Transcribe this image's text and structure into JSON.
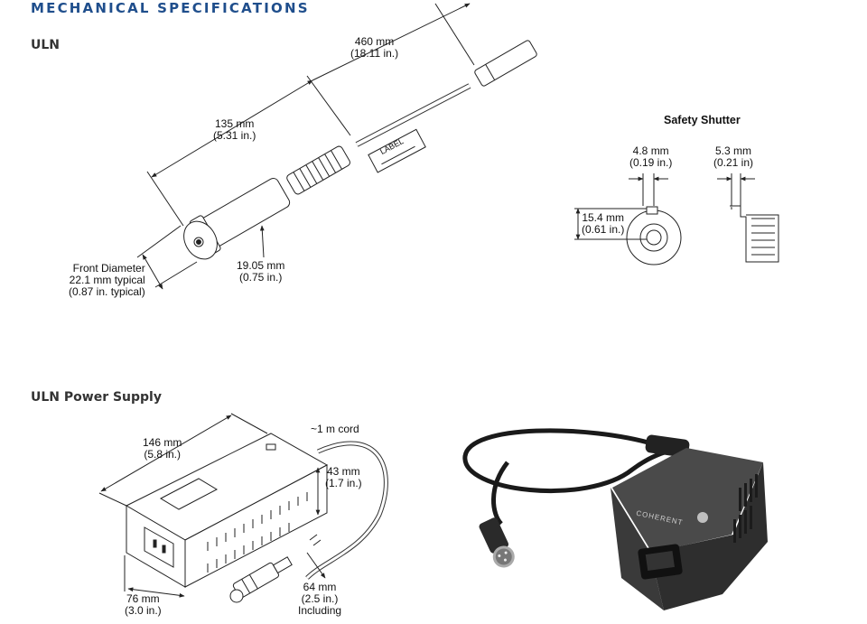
{
  "page": {
    "section_title": "MECHANICAL SPECIFICATIONS",
    "uln_heading": "ULN",
    "power_heading": "ULN Power Supply"
  },
  "uln_drawing": {
    "length_total": [
      "460 mm",
      "(18.11 in.)"
    ],
    "length_head": [
      "135 mm",
      "(5.31 in.)"
    ],
    "label_tag": "LABEL",
    "front_diameter": [
      "Front Diameter",
      "22.1 mm typical",
      "(0.87 in. typical)"
    ],
    "body_diameter": [
      "19.05 mm",
      "(0.75 in.)"
    ]
  },
  "shutter_drawing": {
    "title": "Safety Shutter",
    "width_a": [
      "4.8 mm",
      "(0.19 in.)"
    ],
    "width_b": [
      "5.3 mm",
      "(0.21 in)"
    ],
    "height": [
      "15.4 mm",
      "(0.61 in.)"
    ]
  },
  "power_drawing": {
    "length": [
      "146 mm",
      "(5.8 in.)"
    ],
    "cord": "~1 m cord",
    "height": [
      "43 mm",
      "(1.7 in.)"
    ],
    "connector": [
      "64 mm",
      "(2.5 in.)",
      "Including"
    ],
    "width": [
      "76 mm",
      "(3.0 in.)"
    ]
  },
  "photo": {
    "brand_text": "COHERENT"
  }
}
